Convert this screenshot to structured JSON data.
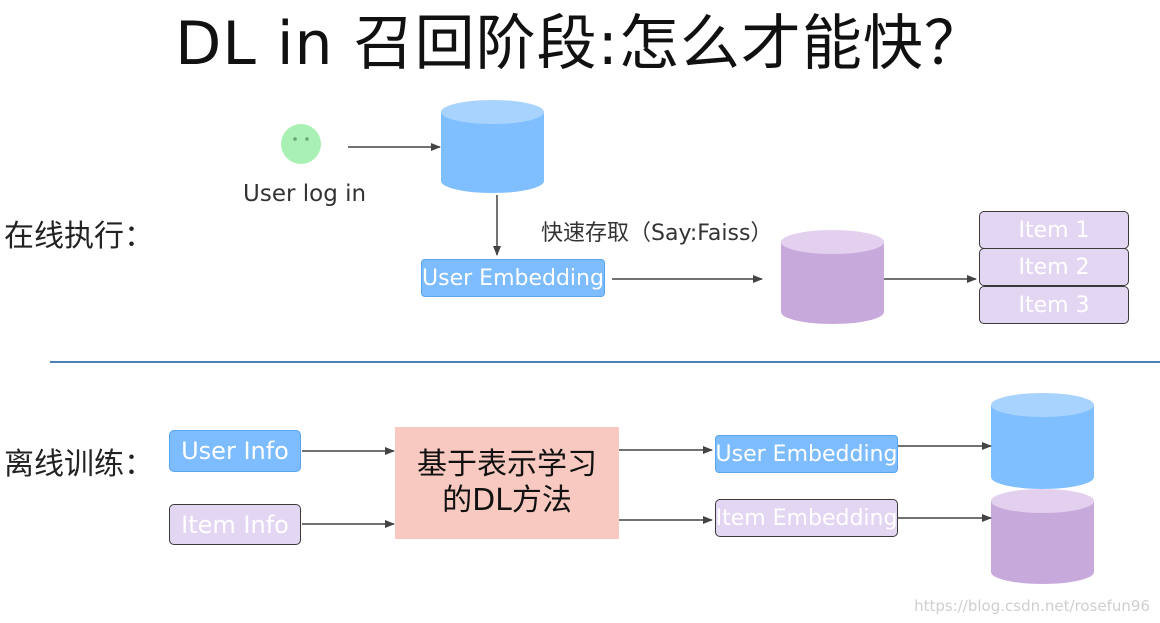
{
  "title": "DL in 召回阶段:怎么才能快？",
  "online": {
    "label": "在线执行：",
    "user_caption": "User log in",
    "fast_access_caption": "快速存取（Say:Faiss）",
    "user_embedding": "User Embedding",
    "items": [
      "Item 1",
      "Item 2",
      "Item 3"
    ]
  },
  "offline": {
    "label": "离线训练：",
    "user_info": "User Info",
    "item_info": "Item Info",
    "method_line1": "基于表示学习",
    "method_line2": "的DL方法",
    "user_embedding": "User Embedding",
    "item_embedding": "Item Embedding"
  },
  "watermark": "https://blog.csdn.net/rosefun96",
  "colors": {
    "blue_fill": "#7cbcff",
    "blue_cylinder": "#80bfff",
    "purple_fill": "#e3d6f3",
    "purple_cylinder": "#c8a9dc",
    "method_fill": "#f8c9c0",
    "user_avatar": "#a8f0b4",
    "divider": "#4a7fb8"
  }
}
